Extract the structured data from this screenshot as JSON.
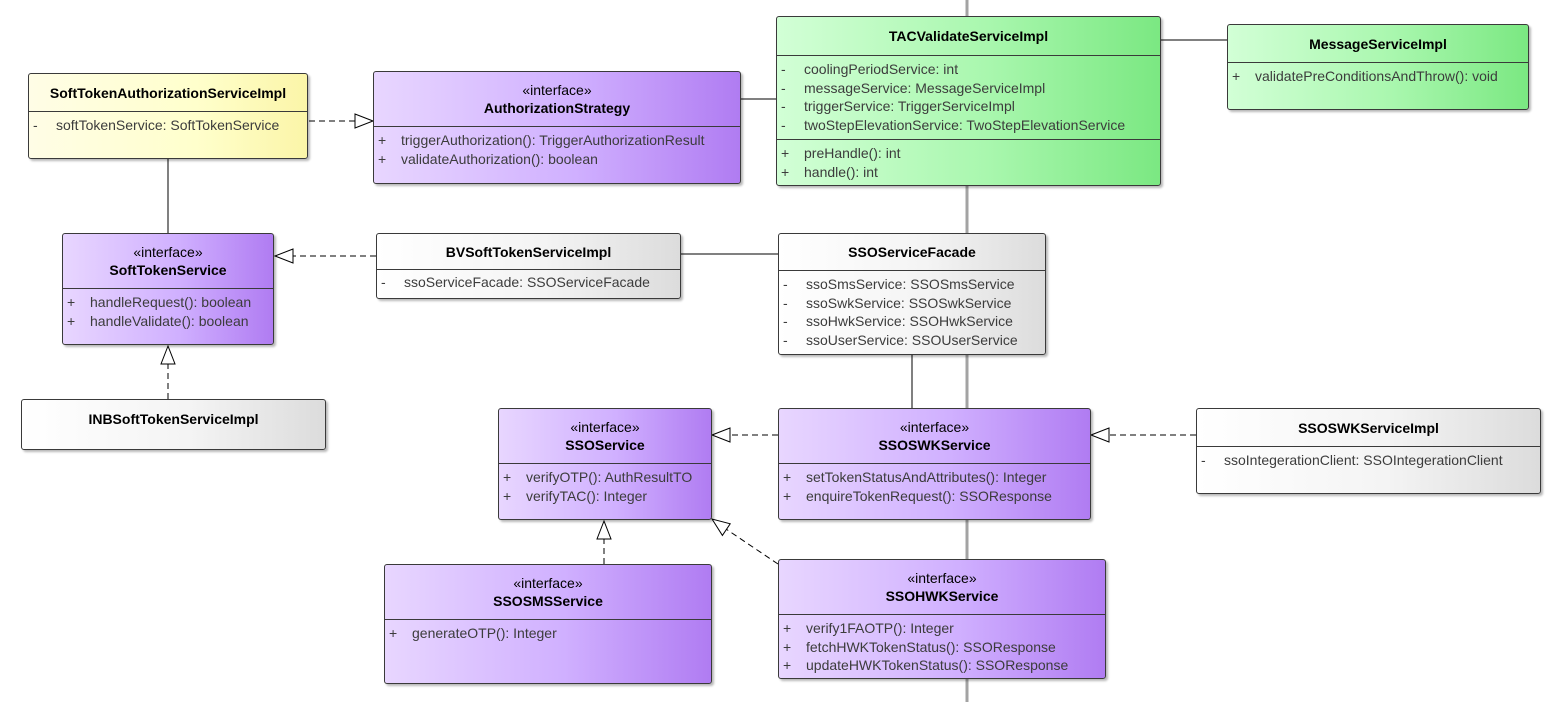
{
  "classes": {
    "soft_token_authorization_service_impl": {
      "name": "SoftTokenAuthorizationServiceImpl",
      "members": [
        {
          "vis": "-",
          "text": "softTokenService: SoftTokenService"
        }
      ]
    },
    "authorization_strategy": {
      "stereotype": "«interface»",
      "name": "AuthorizationStrategy",
      "members": [
        {
          "vis": "+",
          "text": "triggerAuthorization(): TriggerAuthorizationResult"
        },
        {
          "vis": "+",
          "text": "validateAuthorization(): boolean"
        }
      ]
    },
    "tac_validate_service_impl": {
      "name": "TACValidateServiceImpl",
      "attributes": [
        {
          "vis": "-",
          "text": "coolingPeriodService: int"
        },
        {
          "vis": "-",
          "text": "messageService: MessageServiceImpl"
        },
        {
          "vis": "-",
          "text": "triggerService: TriggerServiceImpl"
        },
        {
          "vis": "-",
          "text": "twoStepElevationService: TwoStepElevationService"
        }
      ],
      "operations": [
        {
          "vis": "+",
          "text": "preHandle(): int"
        },
        {
          "vis": "+",
          "text": "handle(): int"
        }
      ]
    },
    "message_service_impl": {
      "name": "MessageServiceImpl",
      "members": [
        {
          "vis": "+",
          "text": "validatePreConditionsAndThrow(): void"
        }
      ]
    },
    "soft_token_service": {
      "stereotype": "«interface»",
      "name": "SoftTokenService",
      "members": [
        {
          "vis": "+",
          "text": "handleRequest(): boolean"
        },
        {
          "vis": "+",
          "text": "handleValidate(): boolean"
        }
      ]
    },
    "bv_soft_token_service_impl": {
      "name": "BVSoftTokenServiceImpl",
      "members": [
        {
          "vis": "-",
          "text": "ssoServiceFacade: SSOServiceFacade"
        }
      ]
    },
    "sso_service_facade": {
      "name": "SSOServiceFacade",
      "members": [
        {
          "vis": "-",
          "text": "ssoSmsService: SSOSmsService"
        },
        {
          "vis": "-",
          "text": "ssoSwkService: SSOSwkService"
        },
        {
          "vis": "-",
          "text": "ssoHwkService: SSOHwkService"
        },
        {
          "vis": "-",
          "text": "ssoUserService: SSOUserService"
        }
      ]
    },
    "inb_soft_token_service_impl": {
      "name": "INBSoftTokenServiceImpl"
    },
    "sso_service": {
      "stereotype": "«interface»",
      "name": "SSOService",
      "members": [
        {
          "vis": "+",
          "text": "verifyOTP(): AuthResultTO"
        },
        {
          "vis": "+",
          "text": "verifyTAC(): Integer"
        }
      ]
    },
    "ssoswk_service": {
      "stereotype": "«interface»",
      "name": "SSOSWKService",
      "members": [
        {
          "vis": "+",
          "text": "setTokenStatusAndAttributes(): Integer"
        },
        {
          "vis": "+",
          "text": "enquireTokenRequest(): SSOResponse"
        }
      ]
    },
    "ssoswk_service_impl": {
      "name": "SSOSWKServiceImpl",
      "members": [
        {
          "vis": "-",
          "text": "ssoIntegerationClient: SSOIntegerationClient"
        }
      ]
    },
    "ssosms_service": {
      "stereotype": "«interface»",
      "name": "SSOSMSService",
      "members": [
        {
          "vis": "+",
          "text": "generateOTP(): Integer"
        }
      ]
    },
    "ssohwk_service": {
      "stereotype": "«interface»",
      "name": "SSOHWKService",
      "members": [
        {
          "vis": "+",
          "text": "verify1FAOTP(): Integer"
        },
        {
          "vis": "+",
          "text": "fetchHWKTokenStatus(): SSOResponse"
        },
        {
          "vis": "+",
          "text": "updateHWKTokenStatus(): SSOResponse"
        }
      ]
    }
  },
  "colors": {
    "interface": "#c9a6ff",
    "implementation_green": "#a9f7ae",
    "implementation_yellow": "#ffffcc",
    "plain_class": "#f0f0f0",
    "line": "#000000",
    "lane_divider": "#a0a0a0"
  }
}
